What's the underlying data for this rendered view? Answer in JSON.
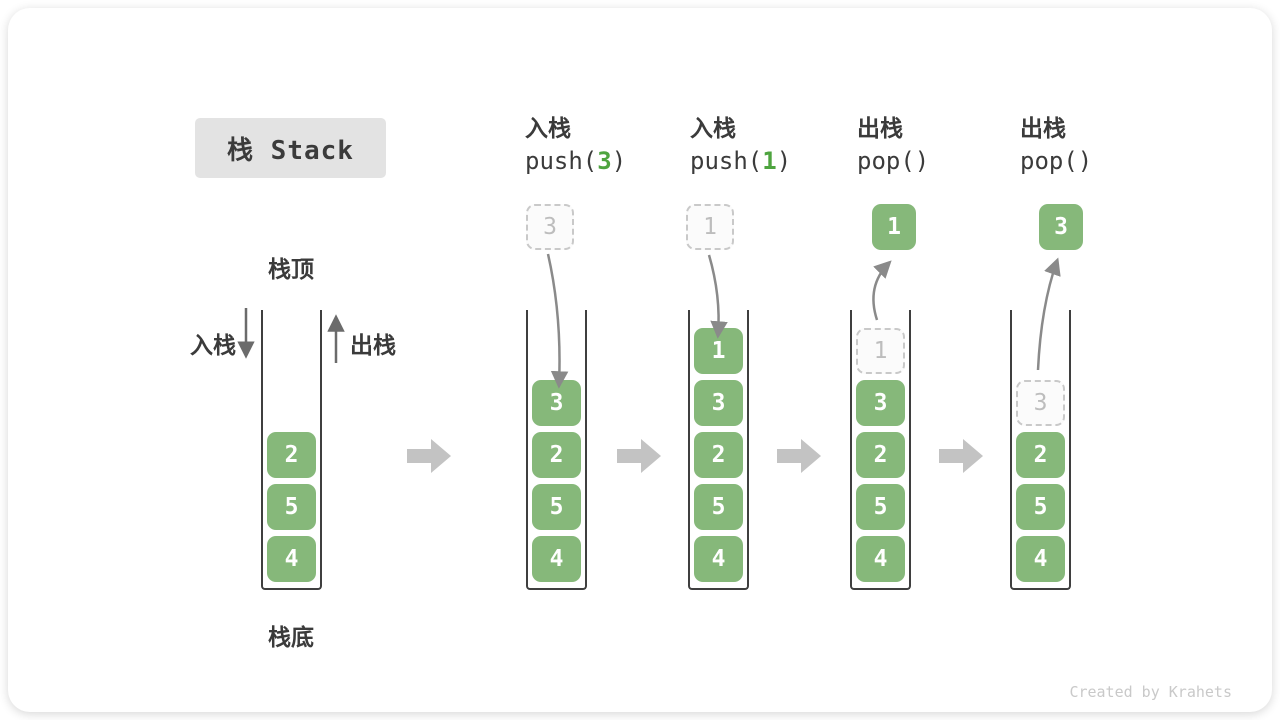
{
  "page": {
    "title": "栈 Stack",
    "watermark": "Created by Krahets"
  },
  "legend": {
    "stack_top": "栈顶",
    "stack_bottom": "栈底",
    "push_label": "入栈",
    "pop_label": "出栈"
  },
  "colors": {
    "item_green": "#86b87a",
    "arg_green": "#4ea43f",
    "badge_gray": "#e3e3e3",
    "flow_arrow_gray": "#c3c3c3",
    "curve_arrow_gray": "#8a8a8a"
  },
  "steps": [
    {
      "items": [
        "2",
        "5",
        "4"
      ]
    },
    {
      "label": "入栈",
      "code_pre": "push(",
      "arg": "3",
      "code_post": ")",
      "float": "3",
      "items": [
        "3",
        "2",
        "5",
        "4"
      ]
    },
    {
      "label": "入栈",
      "code_pre": "push(",
      "arg": "1",
      "code_post": ")",
      "float": "1",
      "items": [
        "1",
        "3",
        "2",
        "5",
        "4"
      ]
    },
    {
      "label": "出栈",
      "code_pre": "pop(",
      "arg": "",
      "code_post": ")",
      "float": "1",
      "ghost": "1",
      "items": [
        "3",
        "2",
        "5",
        "4"
      ]
    },
    {
      "label": "出栈",
      "code_pre": "pop(",
      "arg": "",
      "code_post": ")",
      "float": "3",
      "ghost": "3",
      "items": [
        "2",
        "5",
        "4"
      ]
    }
  ]
}
